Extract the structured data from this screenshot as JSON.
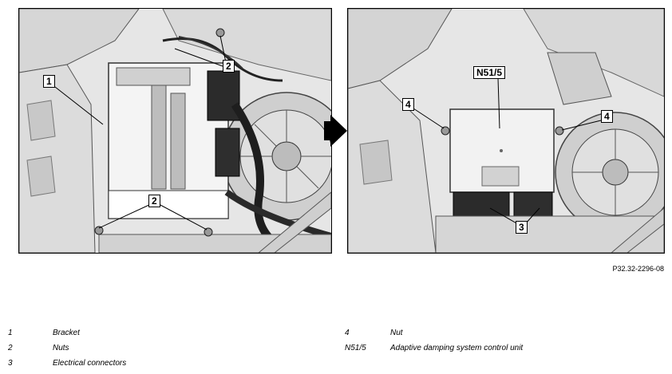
{
  "figure": {
    "left_callouts": [
      "1",
      "2",
      "2"
    ],
    "right_callouts": [
      "N51/5",
      "4",
      "4",
      "3"
    ],
    "reference": "P32.32-2296-08"
  },
  "legend": {
    "left": [
      {
        "num": "1",
        "text": "Bracket"
      },
      {
        "num": "2",
        "text": "Nuts"
      },
      {
        "num": "3",
        "text": "Electrical connectors"
      }
    ],
    "right": [
      {
        "num": "4",
        "text": "Nut"
      },
      {
        "num": "N51/5",
        "text": "Adaptive damping system control unit"
      }
    ]
  }
}
